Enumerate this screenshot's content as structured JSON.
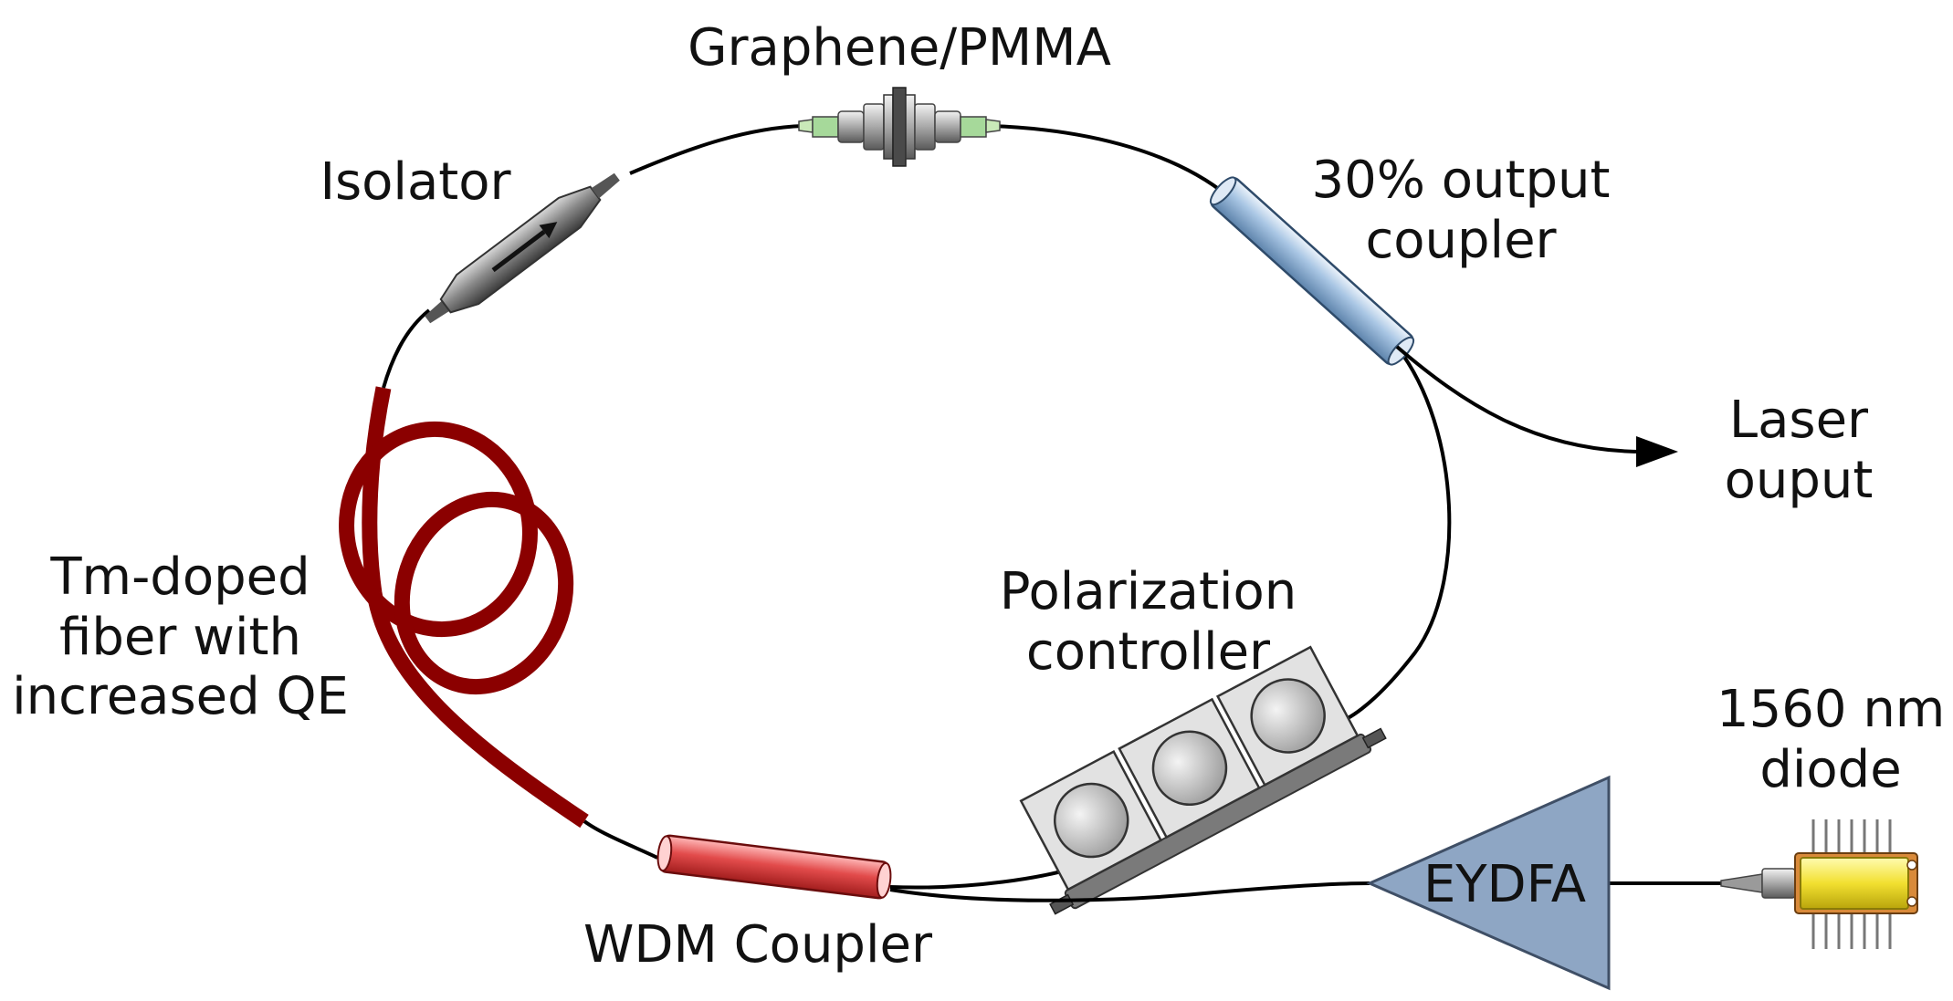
{
  "labels": {
    "graphene_pmma": "Graphene/PMMA",
    "isolator": "Isolator",
    "output_coupler_line1": "30% output",
    "output_coupler_line2": "coupler",
    "laser_output_line1": "Laser",
    "laser_output_line2": "ouput",
    "tm_fiber_line1": "Tm-doped",
    "tm_fiber_line2": "fiber with",
    "tm_fiber_line3": "increased QE",
    "polarization_line1": "Polarization",
    "polarization_line2": "controller",
    "diode_line1": "1560 nm",
    "diode_line2": "diode",
    "eydfa": "EYDFA",
    "wdm": "WDM Coupler"
  },
  "colors": {
    "fiber": "#000000",
    "tm_fiber": "#8b0000",
    "wdm_body": "#e24b4b",
    "output_coupler_body": "#9fc0e0",
    "eydfa_fill": "#8ea6c4",
    "diode_body": "#f2e030",
    "isolator_body": "#7a7a7a",
    "pc_box": "#e2e2e2"
  },
  "icons": [
    "isolator-icon",
    "saturable-absorber-connector-icon",
    "output-coupler-icon",
    "laser-output-arrow-icon",
    "polarization-controller-icon",
    "wdm-coupler-icon",
    "amplifier-triangle-icon",
    "laser-diode-icon",
    "tm-doped-fiber-coil-icon"
  ]
}
